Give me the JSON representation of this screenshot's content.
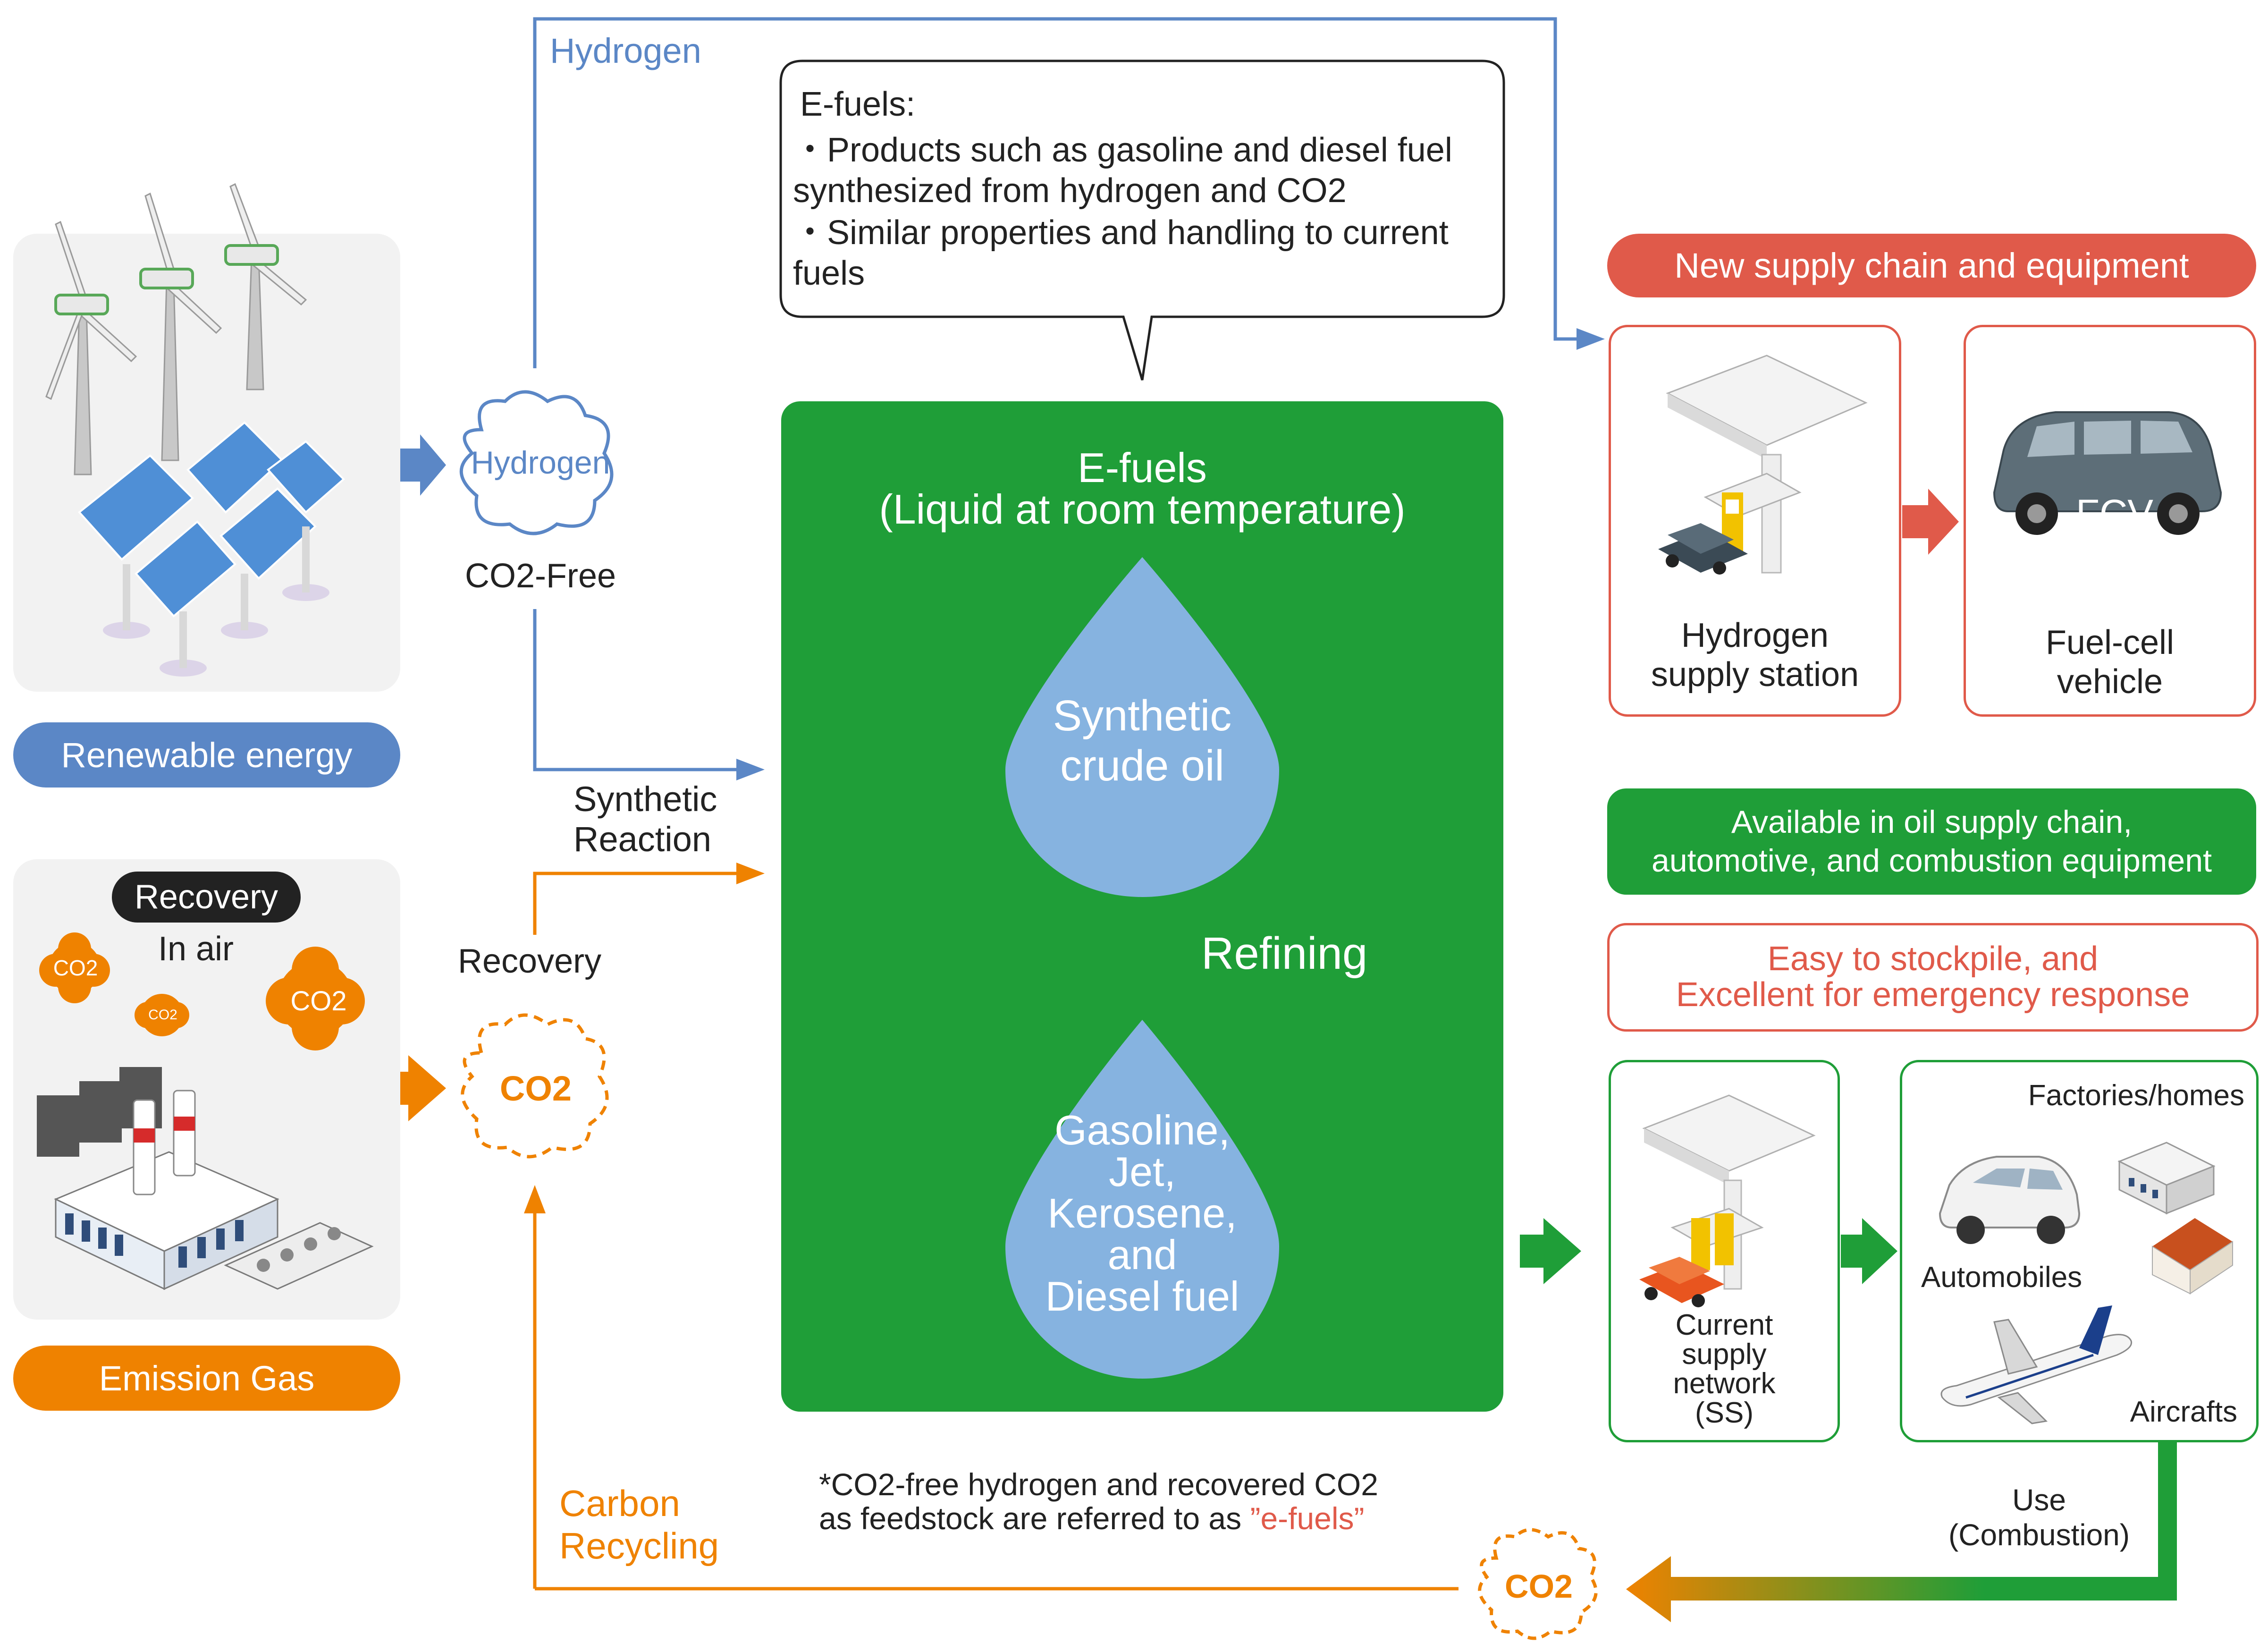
{
  "left": {
    "renewable_label": "Renewable energy",
    "emission_label": "Emission Gas",
    "recovery_badge": "Recovery",
    "in_air": "In air",
    "co2_small_1": "CO2",
    "co2_small_2": "CO2",
    "co2_small_3": "CO2"
  },
  "flow": {
    "hydrogen_top": "Hydrogen",
    "hydrogen_cloud": "Hydrogen",
    "co2_free": "CO2-Free",
    "synthetic_reaction": "Synthetic\nReaction",
    "recovery": "Recovery",
    "co2_cloud": "CO2",
    "carbon_recycling": "Carbon\nRecycling",
    "use_combustion": "Use\n(Combustion)",
    "co2_bottom": "CO2"
  },
  "callout": {
    "title": "E-fuels:",
    "bullet1": "・Products such as gasoline and diesel fuel\n   synthesized from hydrogen and CO2",
    "bullet2": "・Similar properties and handling to current\n   fuels"
  },
  "efuels": {
    "title": "E-fuels\n(Liquid at room temperature)",
    "drop1": "Synthetic\ncrude oil",
    "refining": "Refining",
    "drop2": "Gasoline,\nJet,\nKerosene,\nand\nDiesel fuel",
    "footnote_main": "*CO2-free hydrogen and recovered CO2\nas feedstock are referred to as ",
    "footnote_highlight": "”e-fuels”"
  },
  "right": {
    "new_supply": "New supply chain and equipment",
    "hydrogen_station": "Hydrogen\nsupply station",
    "fcv_label": "FCV",
    "fuel_cell_vehicle": "Fuel-cell\nvehicle",
    "available": "Available in oil supply chain,\nautomotive, and combustion equipment",
    "stockpile": "Easy to stockpile, and\nExcellent for emergency response",
    "current_network": "Current\nsupply\nnetwork\n(SS)",
    "factories_homes": "Factories/homes",
    "automobiles": "Automobiles",
    "aircrafts": "Aircrafts"
  },
  "colors": {
    "green": "#1f9e38",
    "blue_line": "#5b87c6",
    "orange": "#ef8200",
    "red": "#e05a4a",
    "drop": "#86b3e0"
  }
}
